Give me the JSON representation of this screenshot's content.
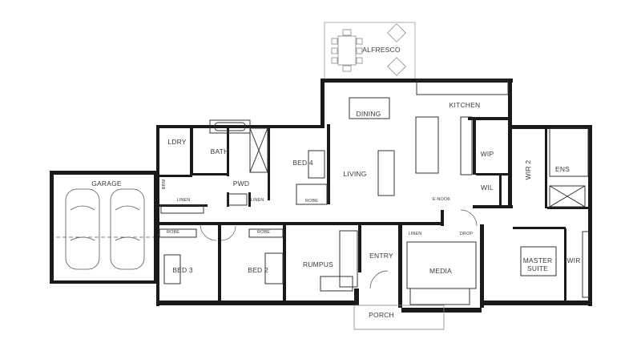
{
  "rooms": {
    "alfresco": "ALFRESCO",
    "kitchen": "KITCHEN",
    "dining": "DINING",
    "living": "LIVING",
    "ldry": "LDRY",
    "bath": "BATH",
    "pwd": "PWD",
    "bed4": "BED 4",
    "garage": "GARAGE",
    "wip": "WIP",
    "wil": "WIL",
    "wir2": "WIR 2",
    "ens": "ENS",
    "enook": "E-NOOK",
    "bed3": "BED 3",
    "bed2": "BED 2",
    "rumpus": "RUMPUS",
    "entry": "ENTRY",
    "media": "MEDIA",
    "master": "MASTER\nSUITE",
    "wir": "WIR",
    "porch": "PORCH"
  },
  "small_labels": {
    "linen_hall": "LINEN",
    "linen_pwd": "LINEN",
    "linen_media": "LINEN",
    "robe_bed4": "ROBE",
    "robe_bed3": "ROBE",
    "robe_bed2": "ROBE",
    "drop": "DROP",
    "brm": "BRM"
  }
}
